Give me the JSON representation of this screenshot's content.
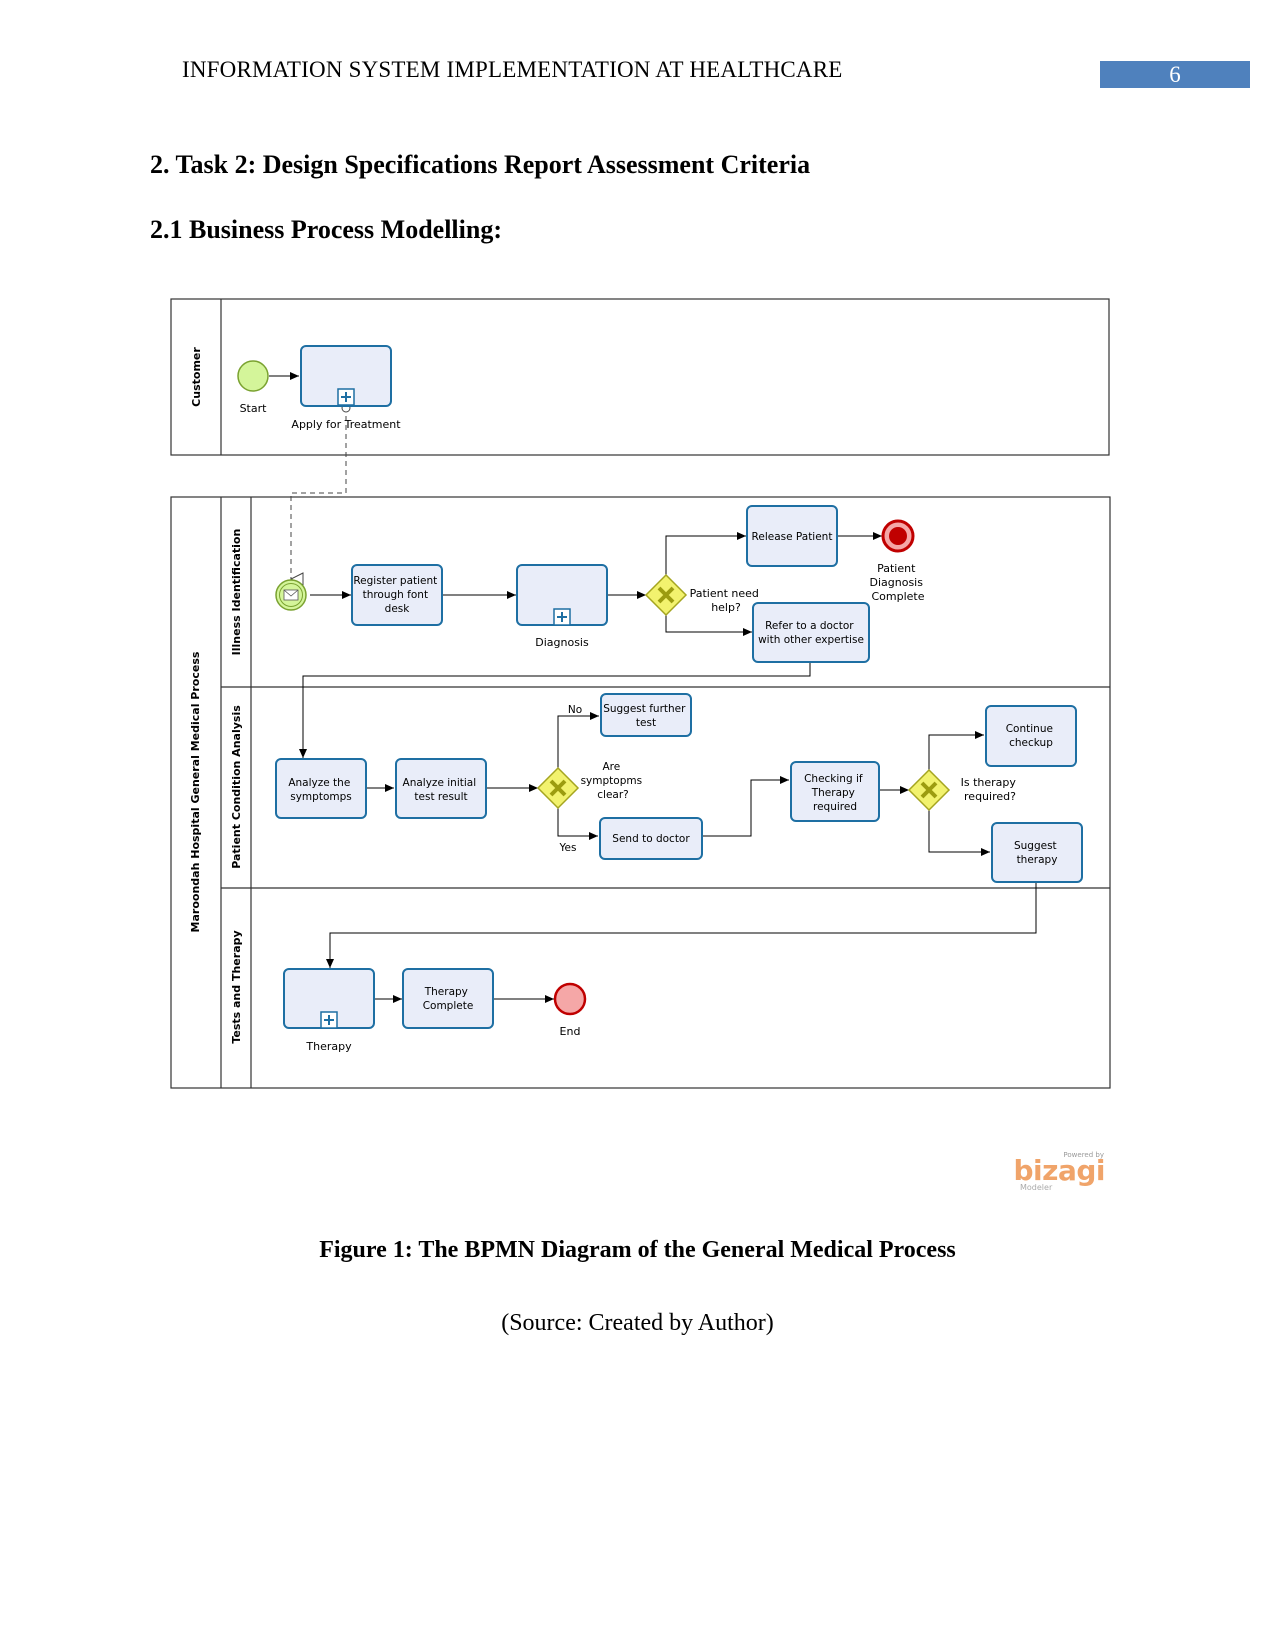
{
  "header": {
    "running_title": "INFORMATION SYSTEM IMPLEMENTATION AT HEALTHCARE",
    "page_number": "6"
  },
  "headings": {
    "task": "2. Task 2: Design Specifications Report Assessment Criteria",
    "section": "2.1 Business Process Modelling:"
  },
  "diagram": {
    "pools": {
      "customer": "Customer",
      "hospital": "Maroondah Hospital General Medical Process"
    },
    "lanes": {
      "illness": "Illness Identification",
      "condition": "Patient Condition Analysis",
      "therapy": "Tests and Therapy"
    },
    "events": {
      "start": "Start",
      "diagnosis_complete": [
        "Patient",
        "Diagnosis",
        "Complete"
      ],
      "end": "End"
    },
    "tasks": {
      "apply": "Apply for Treatment",
      "register": [
        "Register patient",
        "through font",
        "desk"
      ],
      "diagnosis": "Diagnosis",
      "release": "Release Patient",
      "refer": [
        "Refer to a doctor",
        "with other expertise"
      ],
      "analyze_symptoms": [
        "Analyze the",
        "symptomps"
      ],
      "analyze_initial": [
        "Analyze initial",
        "test result"
      ],
      "suggest_test": [
        "Suggest further",
        "test"
      ],
      "send_doctor": "Send to doctor",
      "checking": [
        "Checking if",
        "Therapy",
        "required"
      ],
      "continue": [
        "Continue",
        "checkup"
      ],
      "suggest_therapy": [
        "Suggest",
        "therapy"
      ],
      "therapy": "Therapy",
      "therapy_complete": [
        "Therapy",
        "Complete"
      ]
    },
    "gateways": {
      "help": [
        "Patient need",
        "help?"
      ],
      "symptoms": [
        "Are",
        "symptopms",
        "clear?"
      ],
      "therapy_required": [
        "Is therapy",
        "required?"
      ]
    },
    "flow_labels": {
      "no": "No",
      "yes": "Yes"
    },
    "watermark": {
      "powered_by": "Powered by",
      "brand": "bizagi",
      "product": "Modeler"
    },
    "colors": {
      "task_fill": "#e9edf9",
      "task_stroke": "#1e6fa3",
      "start_fill": "#d4f59a",
      "gateway_fill": "#f2f26e",
      "end_fill": "#f5a7a7",
      "end_stroke": "#c00000"
    }
  },
  "figure": {
    "caption": "Figure 1: The BPMN Diagram of the General Medical Process",
    "source": "(Source: Created by Author)"
  }
}
